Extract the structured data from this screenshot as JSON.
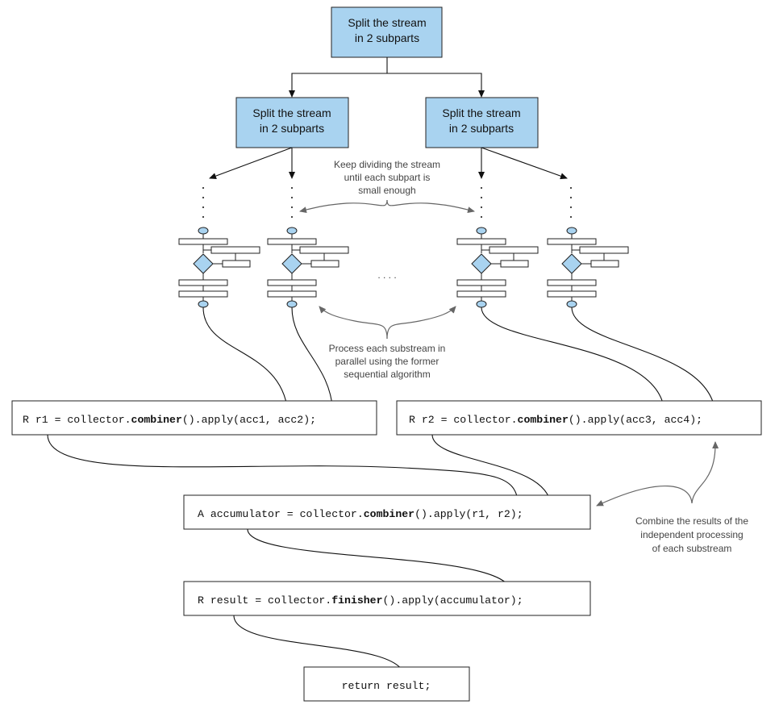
{
  "split_label_line1": "Split the stream",
  "split_label_line2": "in 2 subparts",
  "note_divide": [
    "Keep dividing the stream",
    "until each subpart is",
    "small enough"
  ],
  "note_process": [
    "Process each substream in",
    "parallel using the former",
    "sequential algorithm"
  ],
  "note_combine": [
    "Combine the results of the",
    "independent processing",
    "of each substream"
  ],
  "ellipsis": ". . . .",
  "code_r1": {
    "pre": "R r1 = collector.",
    "bold": "combiner",
    "post": "().apply(acc1, acc2);"
  },
  "code_r2": {
    "pre": "R r2 = collector.",
    "bold": "combiner",
    "post": "().apply(acc3, acc4);"
  },
  "code_acc": {
    "pre": "A accumulator = collector.",
    "bold": "combiner",
    "post": "().apply(r1, r2);"
  },
  "code_result": {
    "pre": "R result = collector.",
    "bold": "finisher",
    "post": "().apply(accumulator);"
  },
  "code_return": "return result;",
  "colors": {
    "box_fill": "#a9d3f0",
    "stroke": "#222222",
    "annotation": "#666666"
  }
}
